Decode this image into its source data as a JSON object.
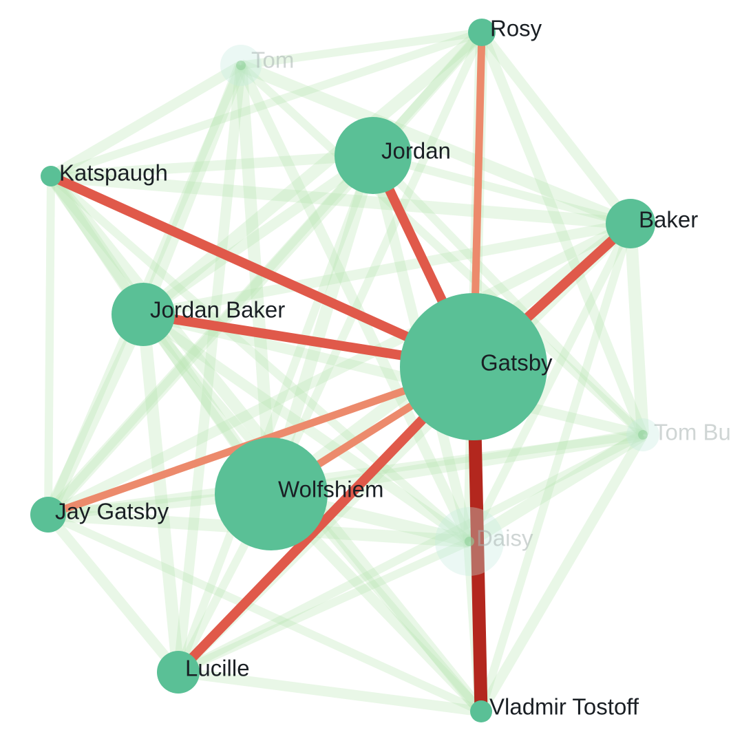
{
  "graph": {
    "style": {
      "background": "#ffffff",
      "node_color": "#5ac096",
      "faded_node_color": "#c6ece0",
      "background_edge_color": "#b7e3b0",
      "edge_colors": {
        "light": "#ec8a6c",
        "medium": "#e0594a",
        "strong": "#b3271e"
      }
    },
    "nodes": [
      {
        "id": "rosy",
        "label": "Rosy",
        "size": "small",
        "faded": false
      },
      {
        "id": "tom",
        "label": "Tom",
        "size": "small",
        "faded": true
      },
      {
        "id": "jordan",
        "label": "Jordan",
        "size": "large",
        "faded": false
      },
      {
        "id": "katspaugh",
        "label": "Katspaugh",
        "size": "small",
        "faded": false
      },
      {
        "id": "baker",
        "label": "Baker",
        "size": "medium",
        "faded": false
      },
      {
        "id": "jbaker",
        "label": "Jordan Baker",
        "size": "medium",
        "faded": false
      },
      {
        "id": "gatsby",
        "label": "Gatsby",
        "size": "xlarge",
        "faded": false
      },
      {
        "id": "tombu",
        "label": "Tom Bu",
        "size": "small",
        "faded": true
      },
      {
        "id": "wolfshiem",
        "label": "Wolfshiem",
        "size": "xlarge",
        "faded": false
      },
      {
        "id": "jgatsby",
        "label": "Jay Gatsby",
        "size": "small",
        "faded": false
      },
      {
        "id": "daisy",
        "label": "Daisy",
        "size": "large",
        "faded": true
      },
      {
        "id": "lucille",
        "label": "Lucille",
        "size": "small",
        "faded": false
      },
      {
        "id": "vladmir",
        "label": "Vladmir Tostoff",
        "size": "small",
        "faded": false
      }
    ],
    "highlighted_edges": [
      {
        "source": "gatsby",
        "target": "vladmir",
        "strength": "strong"
      },
      {
        "source": "gatsby",
        "target": "jbaker",
        "strength": "medium"
      },
      {
        "source": "gatsby",
        "target": "jordan",
        "strength": "medium"
      },
      {
        "source": "gatsby",
        "target": "baker",
        "strength": "medium"
      },
      {
        "source": "gatsby",
        "target": "lucille",
        "strength": "medium"
      },
      {
        "source": "gatsby",
        "target": "katspaugh",
        "strength": "medium"
      },
      {
        "source": "gatsby",
        "target": "rosy",
        "strength": "light"
      },
      {
        "source": "gatsby",
        "target": "jgatsby",
        "strength": "light"
      },
      {
        "source": "gatsby",
        "target": "wolfshiem",
        "strength": "light"
      }
    ],
    "background_edges": [
      [
        "tom",
        "rosy"
      ],
      [
        "tom",
        "katspaugh"
      ],
      [
        "tom",
        "jbaker"
      ],
      [
        "tom",
        "jgatsby"
      ],
      [
        "tom",
        "daisy"
      ],
      [
        "tom",
        "baker"
      ],
      [
        "tom",
        "tombu"
      ],
      [
        "tom",
        "lucille"
      ],
      [
        "tom",
        "wolfshiem"
      ],
      [
        "rosy",
        "katspaugh"
      ],
      [
        "rosy",
        "baker"
      ],
      [
        "rosy",
        "jbaker"
      ],
      [
        "rosy",
        "jgatsby"
      ],
      [
        "rosy",
        "tombu"
      ],
      [
        "rosy",
        "daisy"
      ],
      [
        "rosy",
        "wolfshiem"
      ],
      [
        "rosy",
        "jordan"
      ],
      [
        "katspaugh",
        "baker"
      ],
      [
        "katspaugh",
        "jgatsby"
      ],
      [
        "katspaugh",
        "jbaker"
      ],
      [
        "katspaugh",
        "wolfshiem"
      ],
      [
        "katspaugh",
        "daisy"
      ],
      [
        "katspaugh",
        "jordan"
      ],
      [
        "katspaugh",
        "vladmir"
      ],
      [
        "jordan",
        "baker"
      ],
      [
        "jordan",
        "jbaker"
      ],
      [
        "jordan",
        "jgatsby"
      ],
      [
        "jordan",
        "tombu"
      ],
      [
        "jordan",
        "daisy"
      ],
      [
        "jordan",
        "wolfshiem"
      ],
      [
        "jordan",
        "lucille"
      ],
      [
        "baker",
        "jbaker"
      ],
      [
        "baker",
        "tombu"
      ],
      [
        "baker",
        "daisy"
      ],
      [
        "baker",
        "jgatsby"
      ],
      [
        "baker",
        "wolfshiem"
      ],
      [
        "baker",
        "vladmir"
      ],
      [
        "baker",
        "lucille"
      ],
      [
        "jbaker",
        "jgatsby"
      ],
      [
        "jbaker",
        "wolfshiem"
      ],
      [
        "jbaker",
        "daisy"
      ],
      [
        "jbaker",
        "lucille"
      ],
      [
        "jbaker",
        "vladmir"
      ],
      [
        "jbaker",
        "tombu"
      ],
      [
        "tombu",
        "daisy"
      ],
      [
        "tombu",
        "jgatsby"
      ],
      [
        "tombu",
        "vladmir"
      ],
      [
        "tombu",
        "wolfshiem"
      ],
      [
        "tombu",
        "lucille"
      ],
      [
        "wolfshiem",
        "jgatsby"
      ],
      [
        "wolfshiem",
        "daisy"
      ],
      [
        "wolfshiem",
        "lucille"
      ],
      [
        "wolfshiem",
        "vladmir"
      ],
      [
        "jgatsby",
        "daisy"
      ],
      [
        "jgatsby",
        "vladmir"
      ],
      [
        "jgatsby",
        "lucille"
      ],
      [
        "daisy",
        "vladmir"
      ],
      [
        "daisy",
        "lucille"
      ],
      [
        "lucille",
        "vladmir"
      ]
    ]
  }
}
